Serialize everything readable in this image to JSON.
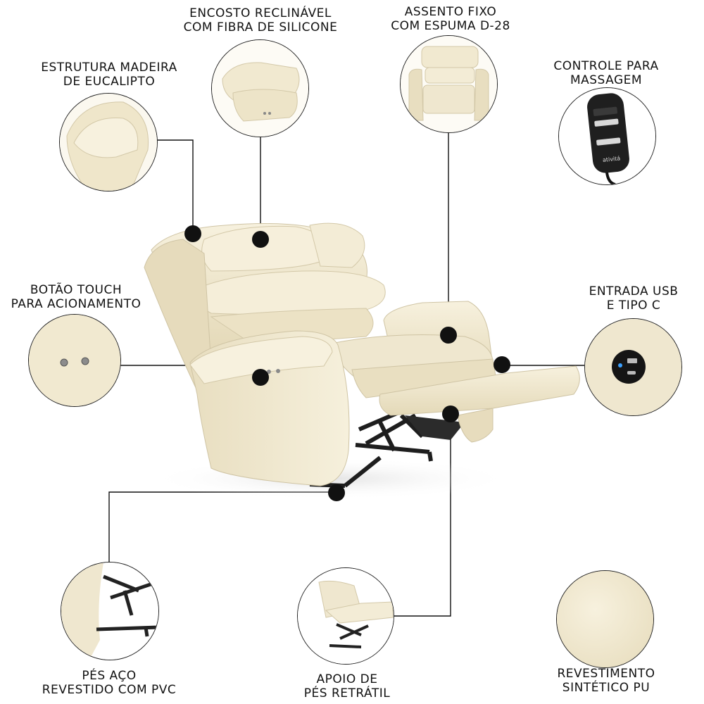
{
  "callouts": {
    "estrutura": {
      "line1": "ESTRUTURA MADEIRA",
      "line2": "DE EUCALIPTO"
    },
    "encosto": {
      "line1": "ENCOSTO RECLINÁVEL",
      "line2": "COM FIBRA DE SILICONE"
    },
    "assento": {
      "line1": "ASSENTO FIXO",
      "line2": "COM ESPUMA D-28"
    },
    "controle": {
      "line1": "CONTROLE PARA",
      "line2": "MASSAGEM"
    },
    "botao": {
      "line1": "BOTÃO TOUCH",
      "line2": "PARA ACIONAMENTO"
    },
    "usb": {
      "line1": "ENTRADA USB",
      "line2": "E TIPO C"
    },
    "pes": {
      "line1": "PÉS AÇO",
      "line2": "REVESTIDO COM PVC"
    },
    "apoio": {
      "line1": "APOIO DE",
      "line2": "PÉS RETRÁTIL"
    },
    "revestimento": {
      "line1": "REVESTIMENTO",
      "line2": "SINTÉTICO PU"
    }
  },
  "remote": {
    "brand": "ativitá"
  },
  "colors": {
    "upholstery": "#efe7cf",
    "shadow": "#d6cbab",
    "metal": "#2a2a2a",
    "line": "#111111"
  }
}
